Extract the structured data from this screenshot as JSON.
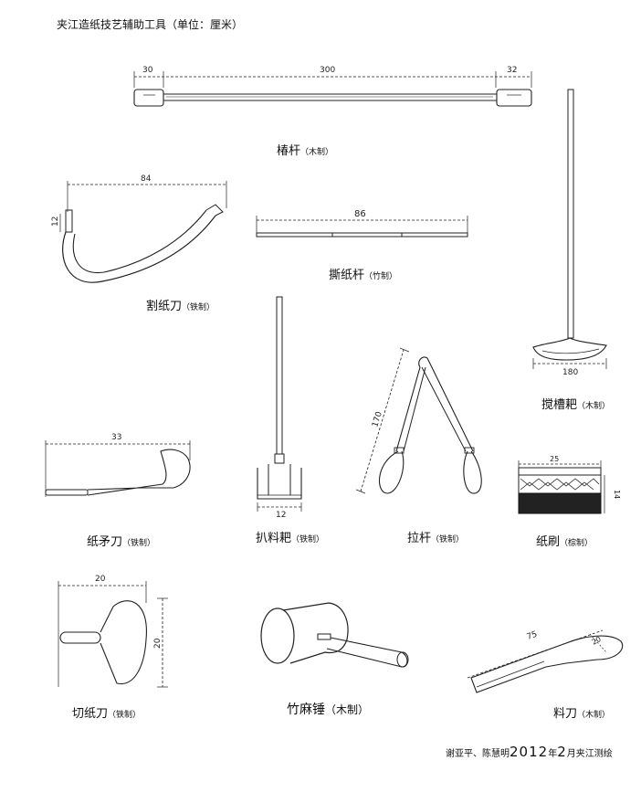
{
  "title": "夹江造纸技艺辅助工具（单位：厘米）",
  "tools": [
    {
      "name": "椿杆",
      "material": "（木制）",
      "dims": [
        "30",
        "300",
        "32"
      ]
    },
    {
      "name": "割纸刀",
      "material": "（铁制）",
      "dims": [
        "84",
        "12"
      ]
    },
    {
      "name": "撕纸杆",
      "material": "（竹制）",
      "dims": [
        "86"
      ]
    },
    {
      "name": "搅槽耙",
      "material": "（木制）",
      "dims": [
        "180"
      ]
    },
    {
      "name": "扒料耙",
      "material": "（铁制）",
      "dims": [
        "12"
      ]
    },
    {
      "name": "拉杆",
      "material": "（铁制）",
      "dims": [
        "170"
      ]
    },
    {
      "name": "纸矛刀",
      "material": "（铁制）",
      "dims": [
        "33"
      ]
    },
    {
      "name": "纸刷",
      "material": "（棕制）",
      "dims": [
        "25",
        "14"
      ]
    },
    {
      "name": "切纸刀",
      "material": "（铁制）",
      "dims": [
        "20",
        "20"
      ]
    },
    {
      "name": "竹麻锤",
      "material": "（木制）",
      "dims": []
    },
    {
      "name": "料刀",
      "material": "（木制）",
      "dims": [
        "75",
        "20"
      ]
    }
  ],
  "credit": {
    "authors": "谢亚平、陈慧明",
    "year": "2012",
    "suffix1": "年",
    "month": "2",
    "suffix2": "月夹江测绘"
  }
}
